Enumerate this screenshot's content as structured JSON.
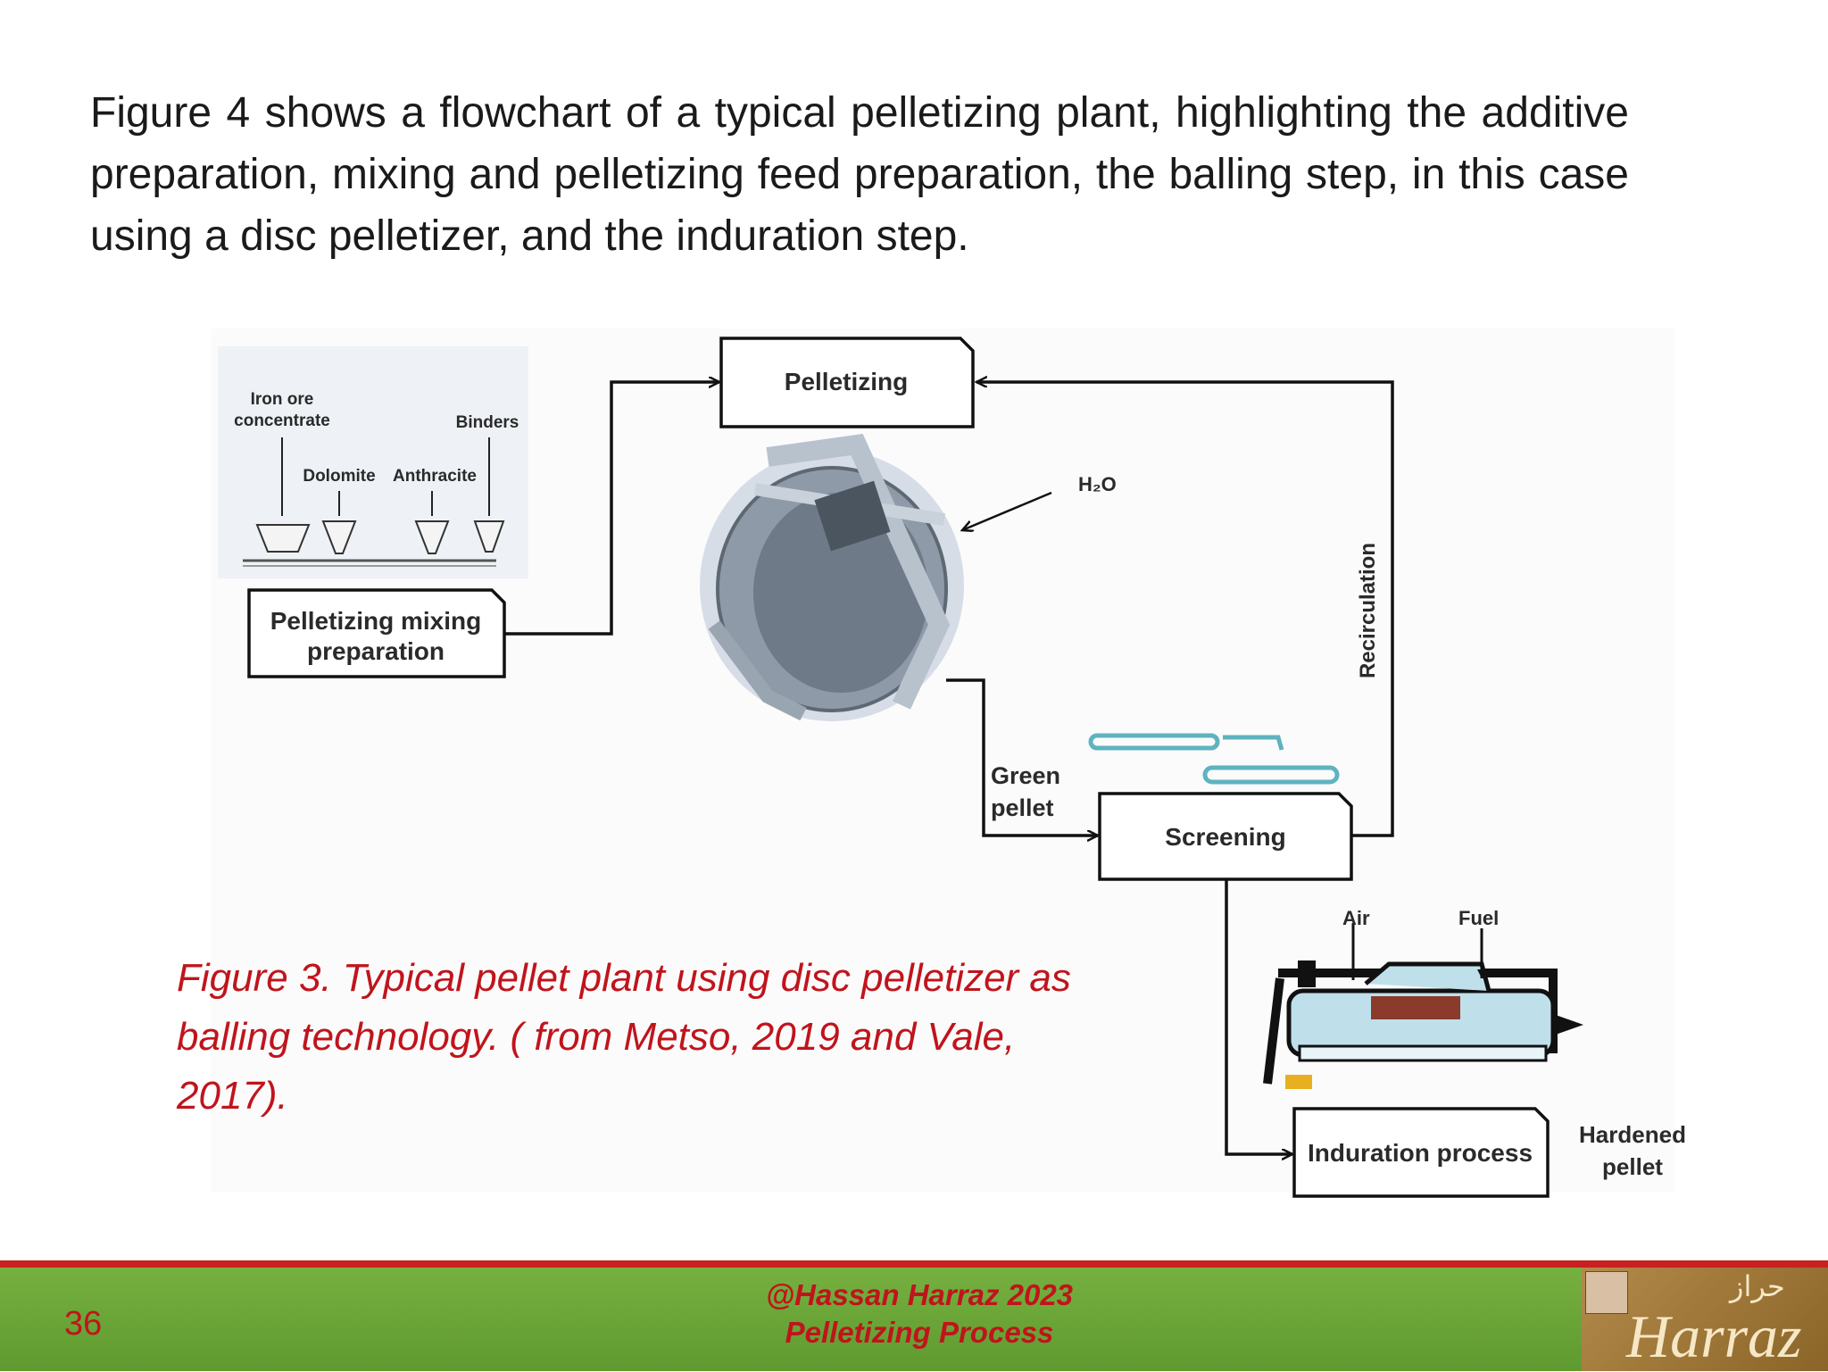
{
  "intro_text": "Figure 4 shows a flowchart of a typical pelletizing plant, highlighting the additive preparation, mixing and pelletizing feed preparation, the balling step, in this case using a disc pelletizer, and the induration step.",
  "diagram": {
    "boxes": {
      "pelletizing": "Pelletizing",
      "mixing_line1": "Pelletizing mixing",
      "mixing_line2": "preparation",
      "screening": "Screening",
      "induration": "Induration process"
    },
    "labels": {
      "iron_ore_line1": "Iron ore",
      "iron_ore_line2": "concentrate",
      "dolomite": "Dolomite",
      "anthracite": "Anthracite",
      "binders": "Binders",
      "h2o": "H₂O",
      "recirculation": "Recirculation",
      "green_line1": "Green",
      "green_line2": "pellet",
      "air": "Air",
      "fuel": "Fuel",
      "hardened_line1": "Hardened",
      "hardened_line2": "pellet"
    }
  },
  "caption": "Figure 3. Typical pellet plant using disc pelletizer as\nballing technology. ( from Metso, 2019 and Vale,\n2017).",
  "footer": {
    "page_number": "36",
    "line1": "@Hassan Harraz 2023",
    "line2": "Pelletizing  Process",
    "logo_text": "Harraz",
    "logo_arabic": "حراز"
  },
  "colors": {
    "caption_red": "#c0141c",
    "footer_green": "#6aa537",
    "footer_red_line": "#c8211f",
    "conveyor_teal": "#5fb3c0"
  }
}
